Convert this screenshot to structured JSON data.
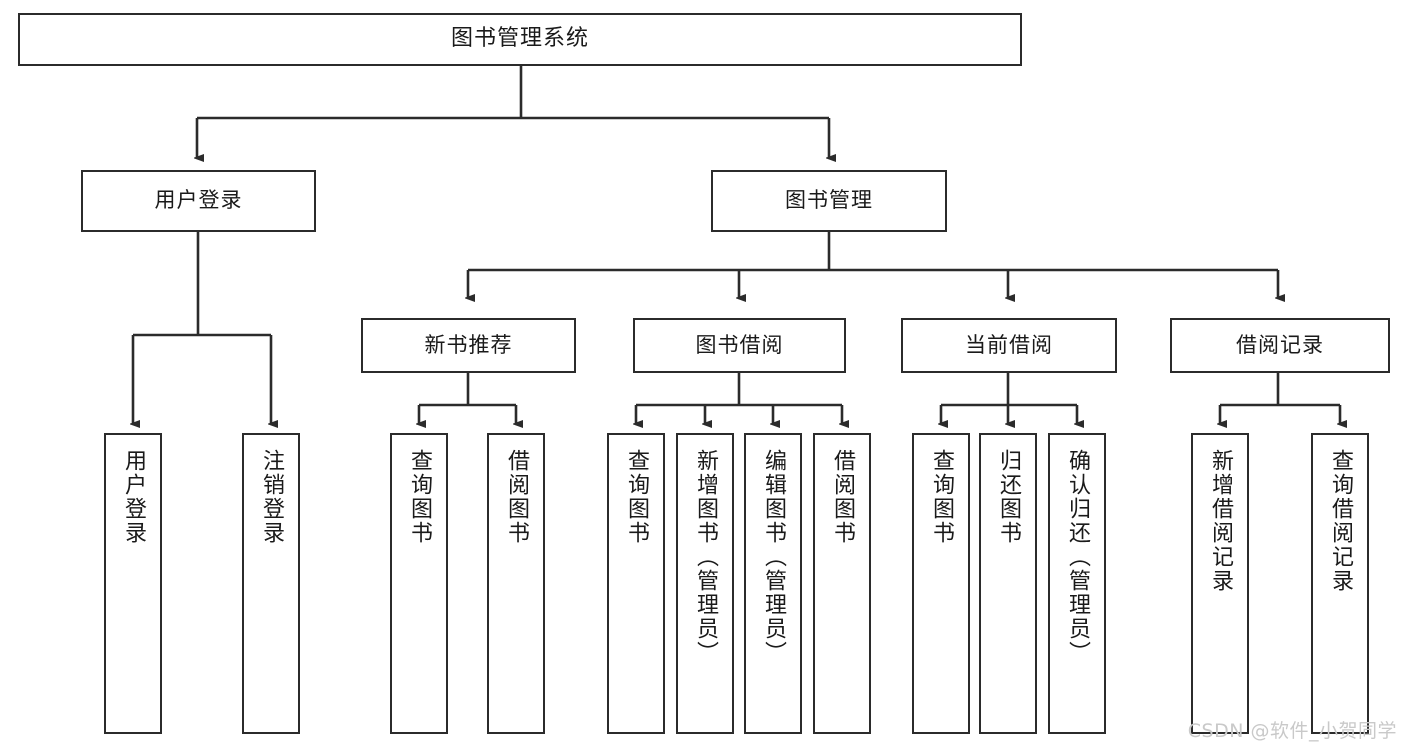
{
  "diagram": {
    "title": "图书管理系统",
    "type": "tree-hierarchy-chart",
    "watermark": "CSDN @软件_小贺同学",
    "line_color": "#2b2b2b",
    "box_fill": "#ffffff",
    "text_color": "#1a1a1a",
    "watermark_color": "#c9c9c9"
  },
  "nodes": {
    "root": {
      "label": "图书管理系统"
    },
    "level2": [
      {
        "label": "用户登录"
      },
      {
        "label": "图书管理"
      }
    ],
    "level3": [
      {
        "label": "新书推荐"
      },
      {
        "label": "图书借阅"
      },
      {
        "label": "当前借阅"
      },
      {
        "label": "借阅记录"
      }
    ],
    "leaves_user_login": [
      {
        "label": "用户登录"
      },
      {
        "label": "注销登录"
      }
    ],
    "leaves_new_books": [
      {
        "label": "查询图书"
      },
      {
        "label": "借阅图书"
      }
    ],
    "leaves_borrow": [
      {
        "label": "查询图书"
      },
      {
        "label": "新增图书（管理员）"
      },
      {
        "label": "编辑图书（管理员）"
      },
      {
        "label": "借阅图书"
      }
    ],
    "leaves_current": [
      {
        "label": "查询图书"
      },
      {
        "label": "归还图书"
      },
      {
        "label": "确认归还（管理员）"
      }
    ],
    "leaves_records": [
      {
        "label": "新增借阅记录"
      },
      {
        "label": "查询借阅记录"
      }
    ]
  }
}
